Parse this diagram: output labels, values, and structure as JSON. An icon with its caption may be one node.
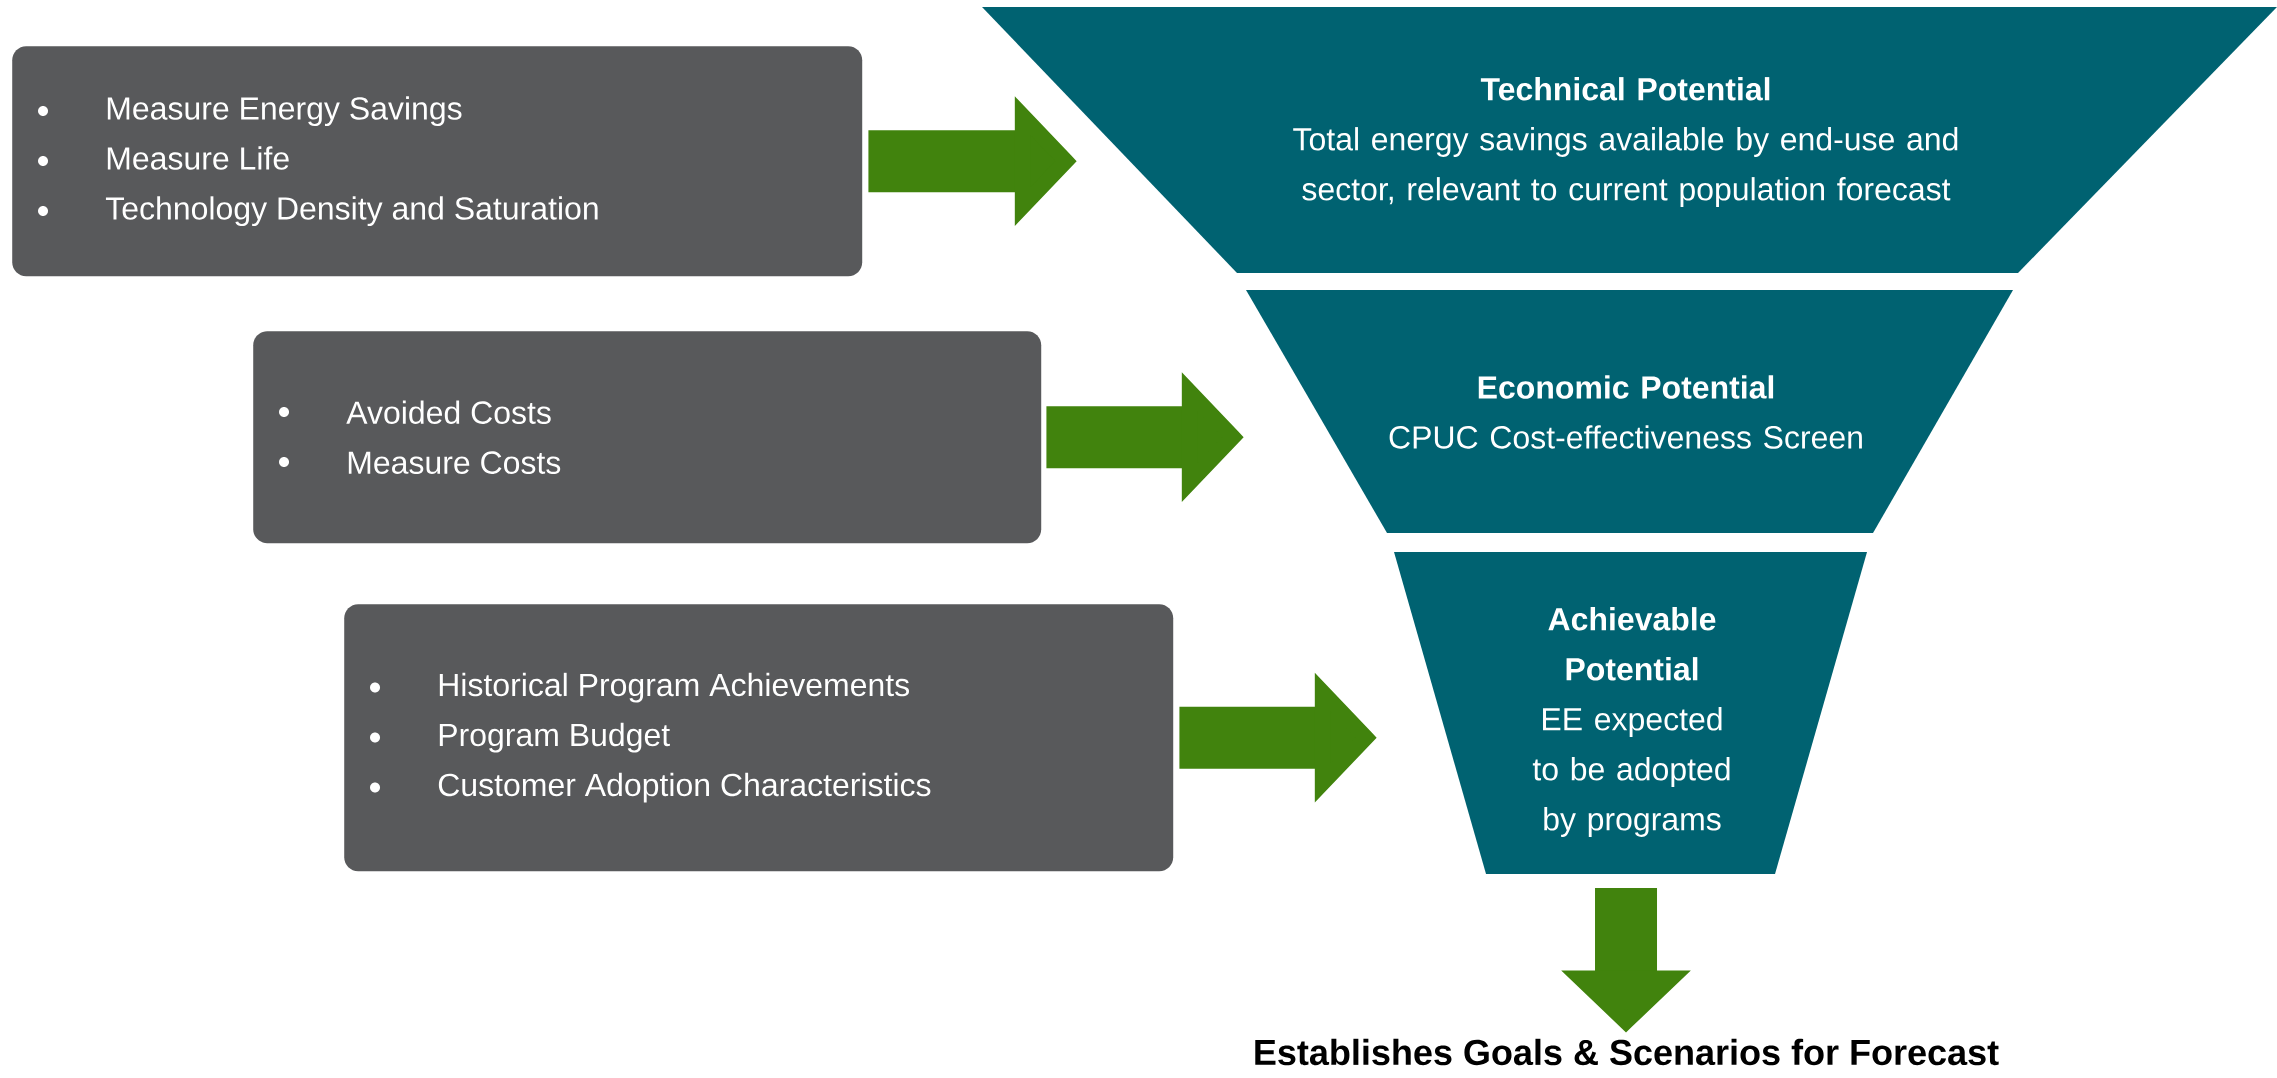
{
  "diagram": {
    "nodes": [
      {
        "text": [
          "Measure Energy Savings",
          "Measure Life",
          "Technology Density and Saturation"
        ]
      },
      {
        "text": [
          "Technical Potential",
          "Total energy savings available by end-use and sector, relevant to current population forecast"
        ]
      },
      {
        "text": [
          "Avoided Costs",
          "Measure Costs"
        ]
      },
      {
        "text": [
          "Economic Potential",
          "CPUC Cost-effectiveness Screen"
        ]
      },
      {
        "text": [
          "Historical Program Achievements",
          "Program Budget",
          "Customer Adoption Characteristics"
        ]
      },
      {
        "text": [
          "Achievable Potential",
          "EE expected to be adopted by programs"
        ]
      },
      {
        "text": [
          "Establishes Goals & Scenarios for Forecast"
        ]
      }
    ],
    "edges": [
      {
        "from": 0,
        "to": 1,
        "arrow": "to"
      },
      {
        "from": 2,
        "to": 3,
        "arrow": "to"
      },
      {
        "from": 4,
        "to": 5,
        "arrow": "to"
      },
      {
        "from": 5,
        "to": 6,
        "arrow": "to"
      }
    ]
  }
}
